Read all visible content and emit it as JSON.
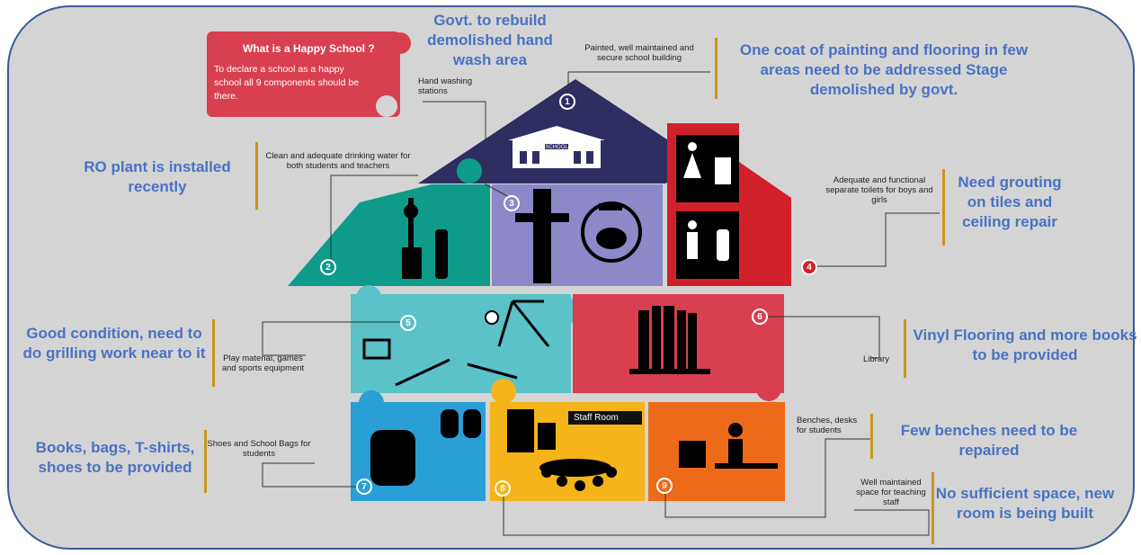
{
  "happy_school": {
    "title": "What is a Happy School ?",
    "body": "To declare a school as a happy school all 9 components should be there."
  },
  "components": [
    {
      "num": "1",
      "label": "Painted, well maintained and secure school building",
      "color": "#2f2e63"
    },
    {
      "num": "2",
      "label": "Clean and adequate drinking water for both students and teachers",
      "color": "#0f9b8a"
    },
    {
      "num": "3",
      "label": "Hand washing stations",
      "color": "#8d88c8"
    },
    {
      "num": "4",
      "label": "Adequate and functional separate toilets for boys and girls",
      "color": "#d0212a"
    },
    {
      "num": "5",
      "label": "Play material, games and sports equipment",
      "color": "#5ac2c8"
    },
    {
      "num": "6",
      "label": "Library",
      "color": "#d8404f"
    },
    {
      "num": "7",
      "label": "Shoes and School Bags for students",
      "color": "#2a9fd6"
    },
    {
      "num": "8",
      "label": "Staff Room",
      "color": "#f4b41a"
    },
    {
      "num": "9",
      "label": "Benches, desks for students",
      "color": "#ee6a1b"
    }
  ],
  "extra_labels": {
    "teaching_staff": "Well maintained space for teaching staff"
  },
  "annotations": {
    "handwash": "Govt. to rebuild demolished hand wash area",
    "building": "One coat of painting and flooring in few areas need to be addressed Stage demolished by govt.",
    "water": "RO plant is installed recently",
    "toilets": "Need grouting on tiles and ceiling repair",
    "play": "Good condition, need to do grilling work near to it",
    "library": "Vinyl Flooring and more books to be provided",
    "shoes": "Books, bags, T-shirts, shoes to be provided",
    "benches": "Few benches need to be repaired",
    "staff": "No sufficient space, new room is being built"
  },
  "icons": {
    "school": "SCHOOL"
  }
}
